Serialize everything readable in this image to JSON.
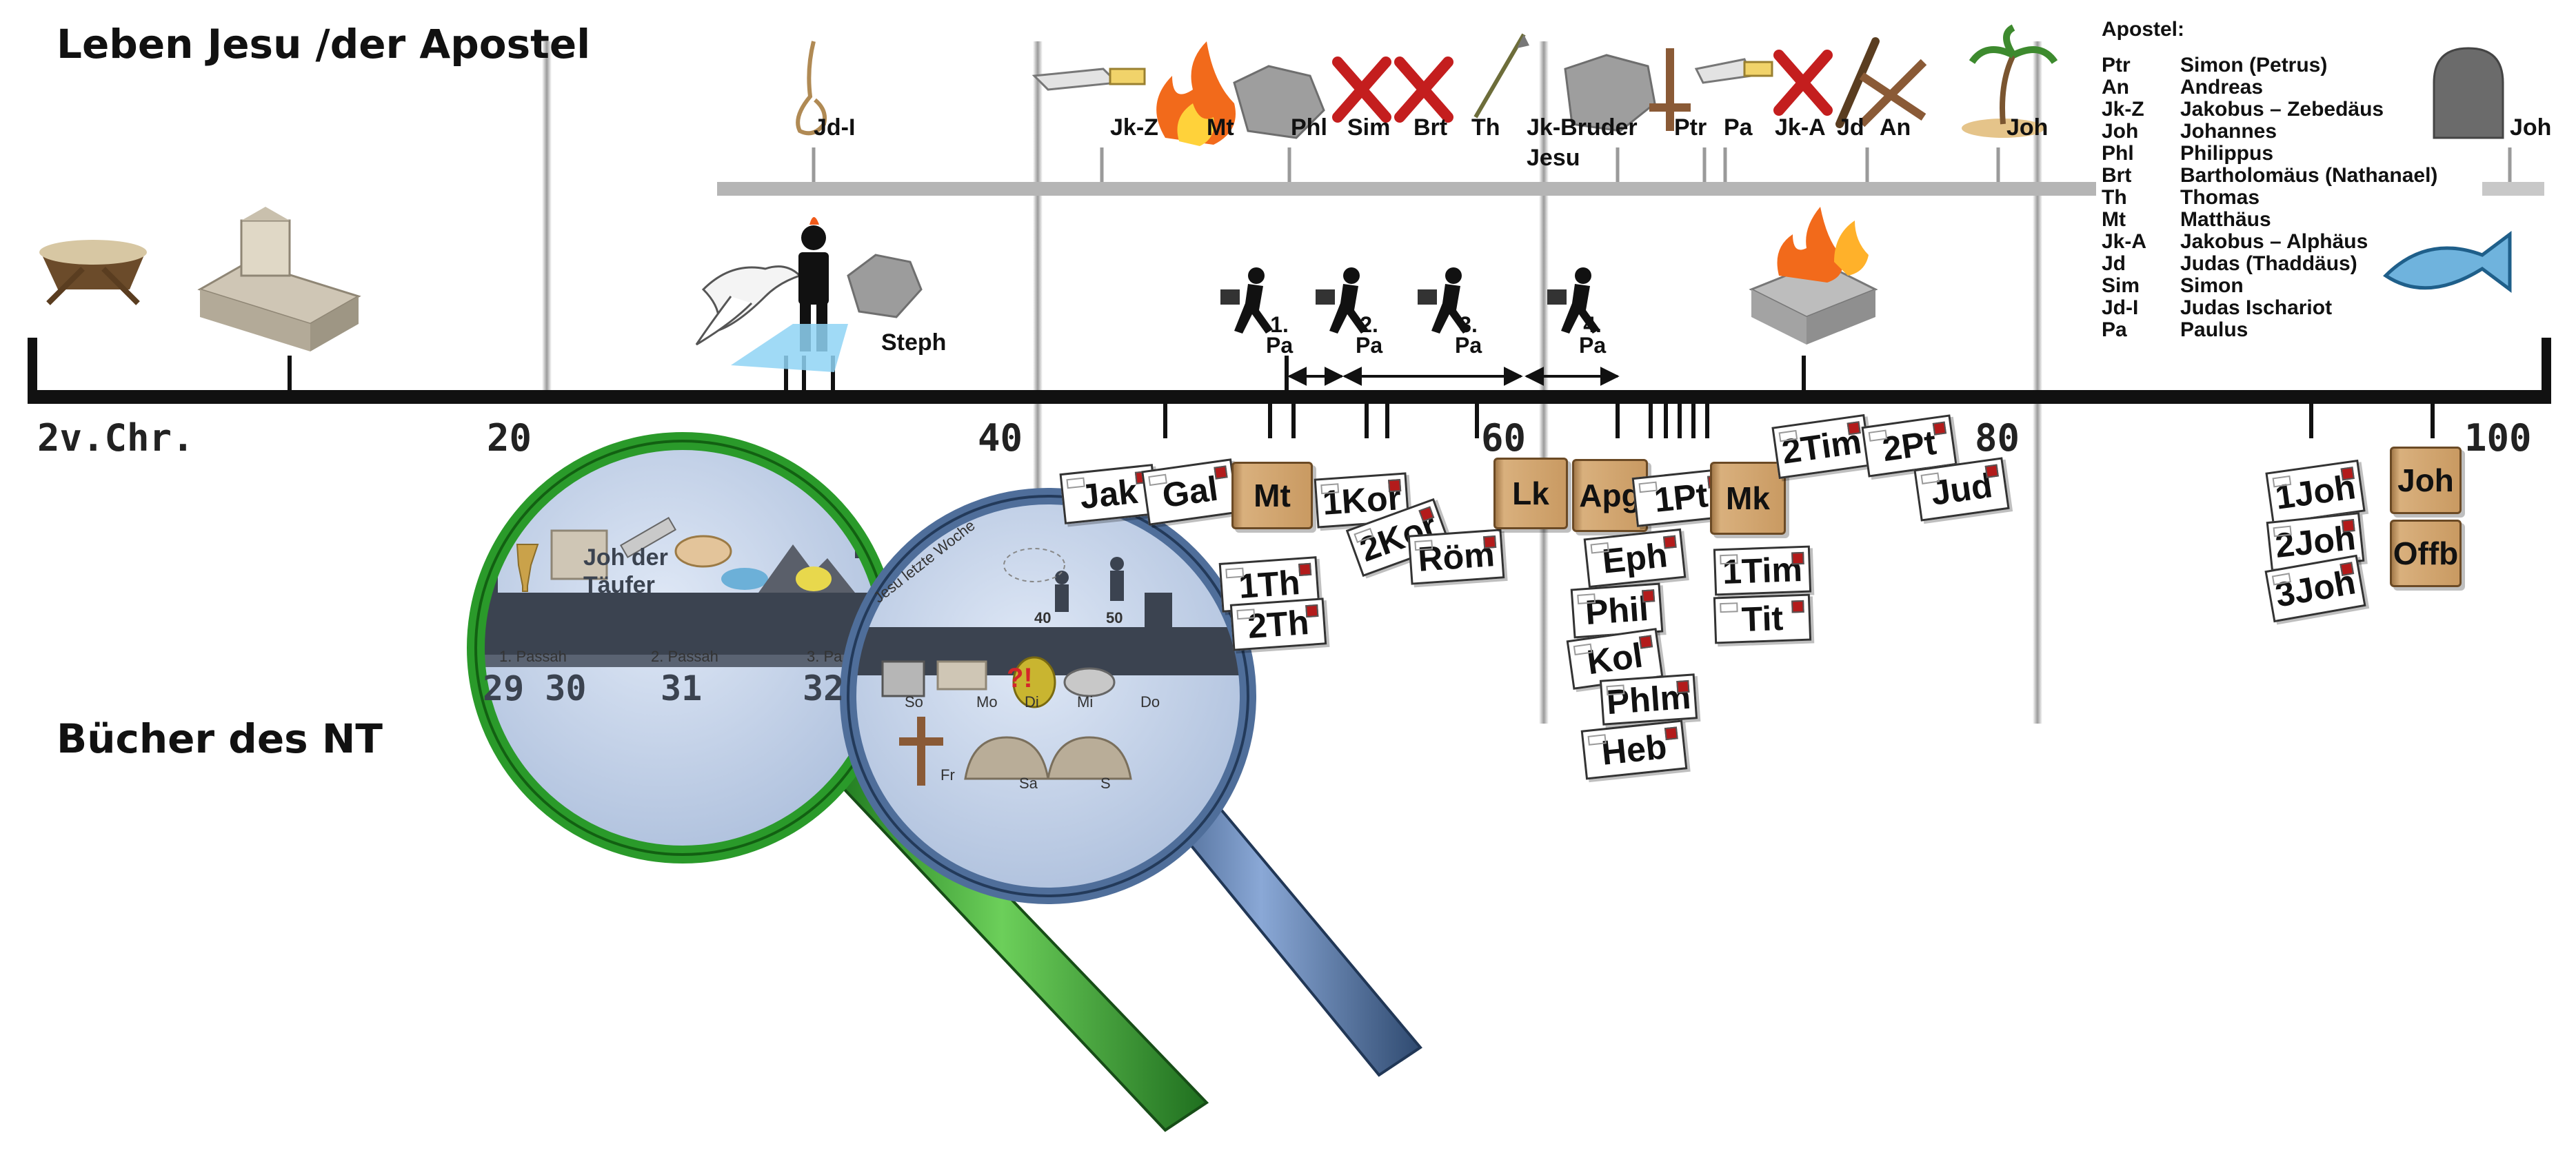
{
  "headings": {
    "top": "Leben Jesu /der Apostel",
    "bottom": "Bücher des NT"
  },
  "timeline": {
    "year_labels": [
      "2v.Chr.",
      "20",
      "40",
      "60",
      "80",
      "100"
    ]
  },
  "events": {
    "stephen": "Steph",
    "paul_journeys": [
      {
        "line1": "1.",
        "line2": "Pa"
      },
      {
        "line1": "2.",
        "line2": "Pa"
      },
      {
        "line1": "3.",
        "line2": "Pa"
      },
      {
        "line1": "4.",
        "line2": "Pa"
      }
    ]
  },
  "apostle_deaths": {
    "labels": {
      "jdi": "Jd-I",
      "jkz": "Jk-Z",
      "mt": "Mt",
      "phl": "Phl",
      "sim": "Sim",
      "brt": "Brt",
      "th": "Th",
      "jk_bruder_1": "Jk-Bruder",
      "jk_bruder_2": "Jesu",
      "ptr": "Ptr",
      "pa": "Pa",
      "jka": "Jk-A",
      "jd": "Jd",
      "an": "An",
      "joh": "Joh",
      "joh_grave": "Joh"
    }
  },
  "legend": {
    "title": "Apostel:",
    "rows": [
      {
        "abbr": "Ptr",
        "name": "Simon (Petrus)"
      },
      {
        "abbr": "An",
        "name": "Andreas"
      },
      {
        "abbr": "Jk-Z",
        "name": "Jakobus – Zebedäus"
      },
      {
        "abbr": "Joh",
        "name": "Johannes"
      },
      {
        "abbr": "Phl",
        "name": "Philippus"
      },
      {
        "abbr": "Brt",
        "name": "Bartholomäus (Nathanael)"
      },
      {
        "abbr": "Th",
        "name": "Thomas"
      },
      {
        "abbr": "Mt",
        "name": "Matthäus"
      },
      {
        "abbr": "Jk-A",
        "name": "Jakobus – Alphäus"
      },
      {
        "abbr": "Jd",
        "name": "Judas (Thaddäus)"
      },
      {
        "abbr": "Sim",
        "name": "Simon"
      },
      {
        "abbr": "Jd-I",
        "name": "Judas Ischariot"
      },
      {
        "abbr": "Pa",
        "name": "Paulus"
      }
    ]
  },
  "books": {
    "jak": "Jak",
    "gal": "Gal",
    "mt": "Mt",
    "kor1": "1Kor",
    "kor2": "2Kor",
    "rom": "Röm",
    "th1": "1Th",
    "th2": "2Th",
    "lk": "Lk",
    "apg": "Apg",
    "pt1": "1Pt",
    "mk": "Mk",
    "eph": "Eph",
    "phil": "Phil",
    "kol": "Kol",
    "phlm": "Phlm",
    "heb": "Heb",
    "tim1": "1Tim",
    "tit": "Tit",
    "tim2": "2Tim",
    "pt2": "2Pt",
    "jud": "Jud",
    "joh1": "1Joh",
    "joh2": "2Joh",
    "joh3": "3Joh",
    "joh": "Joh",
    "offb": "Offb"
  },
  "zoom_left": {
    "title_1": "Joh der",
    "title_2": "Täufer",
    "passah": [
      "1. Passah",
      "2. Passah",
      "3. Pa"
    ],
    "years": [
      "29 30",
      "31",
      "32"
    ]
  },
  "zoom_right": {
    "title": "Jesu letzte Woche",
    "years": [
      "40",
      "50"
    ],
    "days": [
      "So",
      "Mo",
      "Di",
      "Mi",
      "Do",
      "Fr",
      "Sa",
      "S"
    ],
    "mark": "?!"
  }
}
